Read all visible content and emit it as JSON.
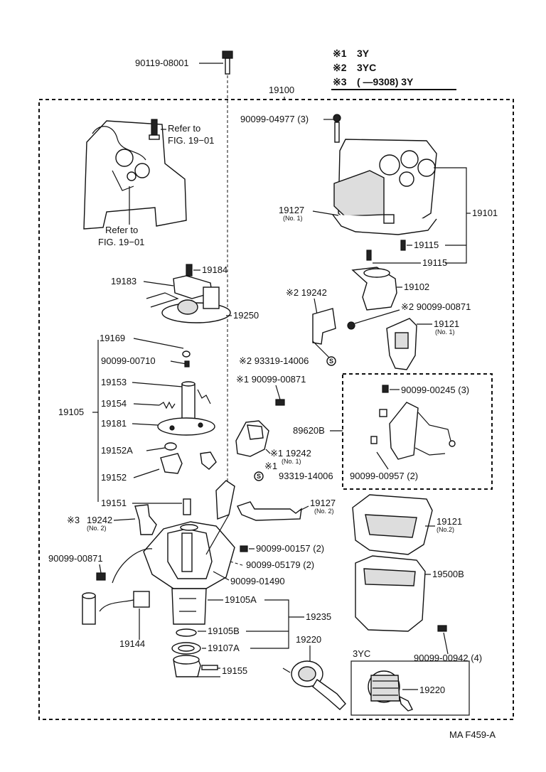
{
  "legend": {
    "rows": [
      {
        "mark": "※1",
        "text": "3Y"
      },
      {
        "mark": "※2",
        "text": "3YC"
      },
      {
        "mark": "※3",
        "text": "(        —9308) 3Y"
      }
    ]
  },
  "labels": {
    "p90119_08001": "90119-08001",
    "p19100": "19100",
    "p90099_04977": "90099-04977 (3)",
    "refer_top_a": "Refer to",
    "refer_top_b": "FIG. 19−01",
    "refer_bot_a": "Refer to",
    "refer_bot_b": "FIG. 19−01",
    "p19127_1": "19127",
    "p19127_1_sub": "(No. 1)",
    "p19101": "19101",
    "p19115_a": "19115",
    "p19115_b": "19115",
    "p19184": "19184",
    "p19183": "19183",
    "p19102": "19102",
    "p19242_2": "※2 19242",
    "p90099_00871_2": "※2 90099-00871",
    "p19250": "19250",
    "p19121_1": "19121",
    "p19121_1_sub": "(No. 1)",
    "p19169": "19169",
    "p90099_00710": "90099-00710",
    "p93319_14006_2": "※2 93319-14006",
    "p90099_00871_1": "※1 90099-00871",
    "p19153": "19153",
    "p90099_00245": "90099-00245 (3)",
    "p19105": "19105",
    "p19154": "19154",
    "p19181": "19181",
    "p89620b": "89620B",
    "p19152a": "19152A",
    "p19242_1": "※1 19242",
    "p19242_1_sub": "(No. 1)",
    "p93319_14006_1": "93319-14006",
    "p93319_14006_1_mark": "※1",
    "p90099_00957": "90099-00957 (2)",
    "p19152": "19152",
    "p19151": "19151",
    "p19127_2": "19127",
    "p19127_2_sub": "(No. 2)",
    "p19242_3": "19242",
    "p19242_3_mark": "※3",
    "p19242_3_sub": "(No. 2)",
    "p19121_2": "19121",
    "p19121_2_sub": "(No.2)",
    "p90099_00871_plain": "90099-00871",
    "p90099_00157": "90099-00157 (2)",
    "p90099_05179": "90099-05179 (2)",
    "p19500b": "19500B",
    "p90099_01490": "90099-01490",
    "p19105a": "19105A",
    "p19235": "19235",
    "p19105b": "19105B",
    "p19144": "19144",
    "p19220": "19220",
    "p19107a": "19107A",
    "p90099_00942": "90099-00942 (4)",
    "inset_3yc": "3YC",
    "p19220_3yc": "19220",
    "p19155": "19155",
    "footer": "MA F459-A"
  }
}
